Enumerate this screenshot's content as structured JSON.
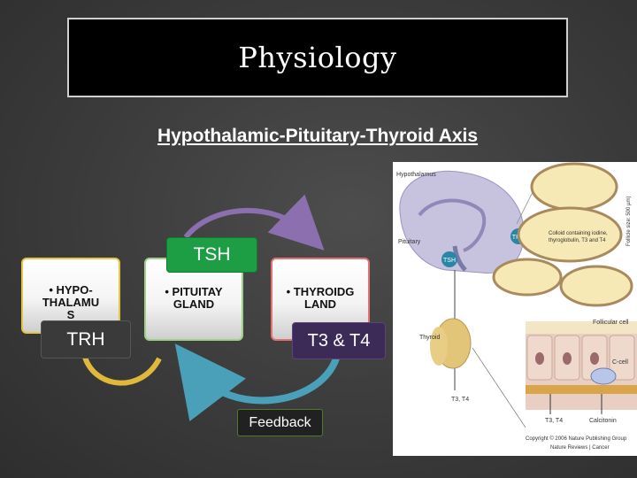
{
  "title": "Physiology",
  "subtitle": "Hypothalamic-Pituitary-Thyroid Axis",
  "cards": {
    "hypothalamus": "• HYPO-\nTHALAMU\nS",
    "pituitary": "• PITUITAY\nGLAND",
    "thyroid": "• THYROIDG\nLAND"
  },
  "labels": {
    "tsh": "TSH",
    "trh": "TRH",
    "t3t4": "T3 & T4",
    "feedback": "Feedback"
  },
  "figure": {
    "hypothalamus": "Hypothalamus",
    "pituitary": "Pituitary",
    "thyroid": "Thyroid",
    "trh_badge": "TRH",
    "tsh_badge": "TSH",
    "colloid": "Colloid containing iodine,\nthyroglobulin, T3 and T4",
    "follicle_size": "Follicle size: 500 µm)",
    "follicular_cell": "Follicular cell",
    "c_cell": "C-cell",
    "t3t4_out": "T3, T4",
    "t3t4_bottom": "T3, T4",
    "calcitonin": "Calcitonin",
    "copyright": "Copyright © 2006 Nature Publishing Group",
    "journal": "Nature Reviews | Cancer"
  },
  "colors": {
    "tsh_green": "#1d9e44",
    "trh_dark": "#3a3a3a",
    "t3t4_purple": "#3c2a57",
    "arrow_purple": "#8b6fae",
    "arrow_yellow": "#e0b83a",
    "arrow_teal": "#4aa0b8"
  }
}
